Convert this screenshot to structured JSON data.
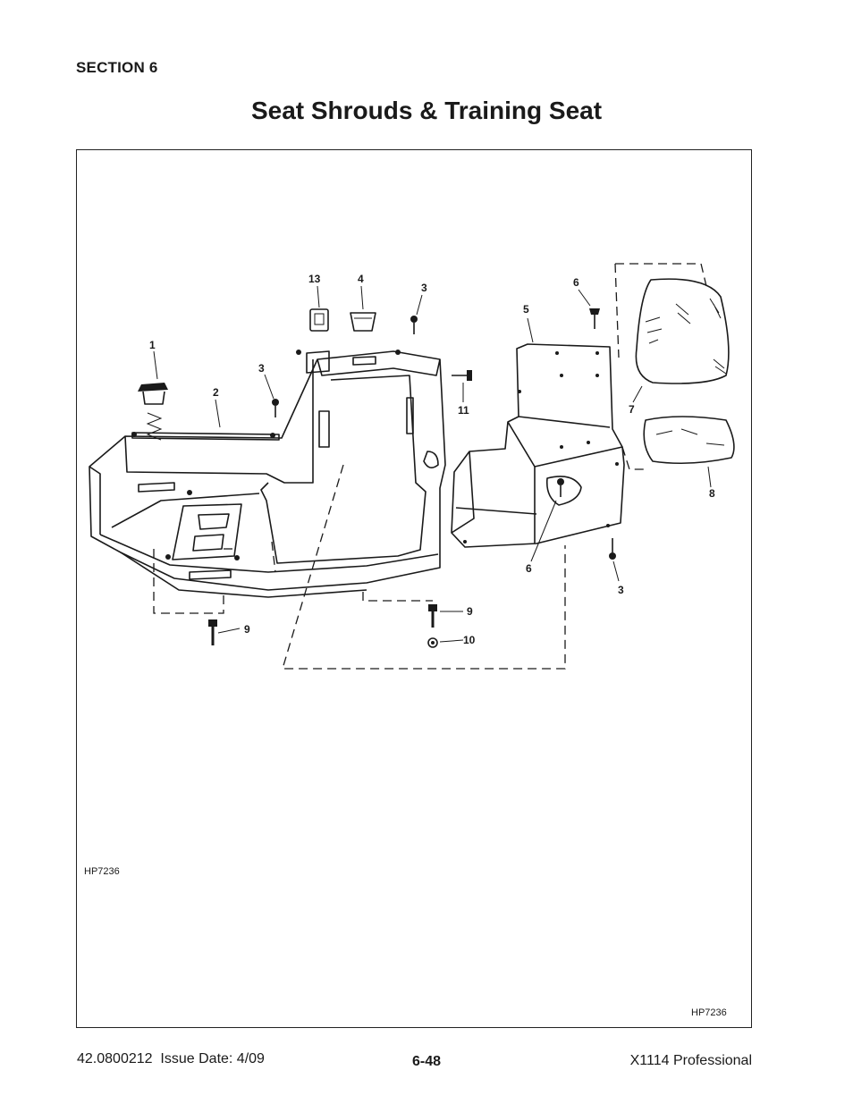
{
  "header": {
    "section": "SECTION 6",
    "title": "Seat Shrouds & Training Seat"
  },
  "figure": {
    "code_top": "HP7236",
    "code_bottom": "HP7236",
    "callouts": [
      "1",
      "2",
      "3",
      "3",
      "3",
      "4",
      "5",
      "6",
      "6",
      "7",
      "8",
      "9",
      "9",
      "10",
      "11",
      "13"
    ]
  },
  "footer": {
    "part_number": "42.0800212  Issue Date: 4/09",
    "page": "6-48",
    "model": "X1114 Professional"
  }
}
